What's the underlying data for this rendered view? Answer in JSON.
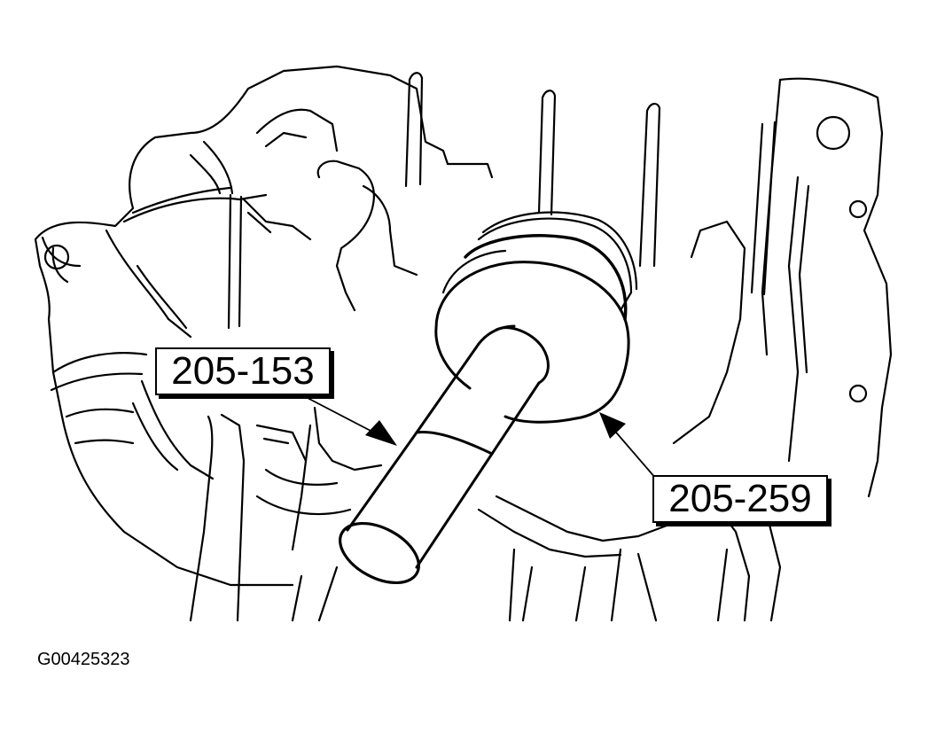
{
  "callouts": {
    "tool_1": "205-153",
    "tool_2": "205-259"
  },
  "figure_id": "G00425323",
  "colors": {
    "line": "#000000",
    "background": "#ffffff"
  }
}
